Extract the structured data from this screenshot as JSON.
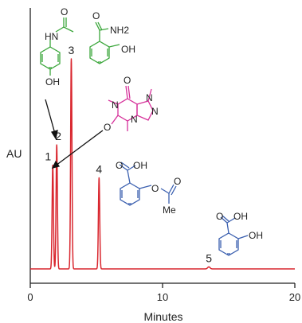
{
  "chart_data": {
    "type": "line",
    "xlabel": "Minutes",
    "ylabel": "AU",
    "xlim": [
      0,
      20
    ],
    "ylim": [
      0,
      1.0
    ],
    "x_ticks": [
      0,
      10,
      20
    ],
    "grid": false,
    "series": [
      {
        "color": "#d9262e",
        "peaks": [
          {
            "label": "1",
            "time": 1.7,
            "height": 0.41
          },
          {
            "label": "2",
            "time": 2.0,
            "height": 0.49
          },
          {
            "label": "3",
            "time": 3.1,
            "height": 0.83
          },
          {
            "label": "4",
            "time": 5.2,
            "height": 0.36
          },
          {
            "label": "5",
            "time": 13.5,
            "height": 0.008
          }
        ]
      }
    ],
    "structures": {
      "acetaminophen": {
        "color": "#3aa63a",
        "atoms": [
          "HN",
          "O",
          "OH"
        ]
      },
      "salicylamide": {
        "color": "#3aa63a",
        "atoms": [
          "O",
          "NH2",
          "OH"
        ]
      },
      "caffeine": {
        "color": "#d6309a",
        "atoms": [
          "O",
          "N",
          "N",
          "N",
          "N",
          "O"
        ]
      },
      "aspirin": {
        "color": "#3a5faf",
        "atoms": [
          "O",
          "OH",
          "O",
          "O",
          "Me"
        ]
      },
      "salicylic_acid": {
        "color": "#3a5faf",
        "atoms": [
          "O",
          "OH",
          "OH"
        ]
      }
    }
  }
}
